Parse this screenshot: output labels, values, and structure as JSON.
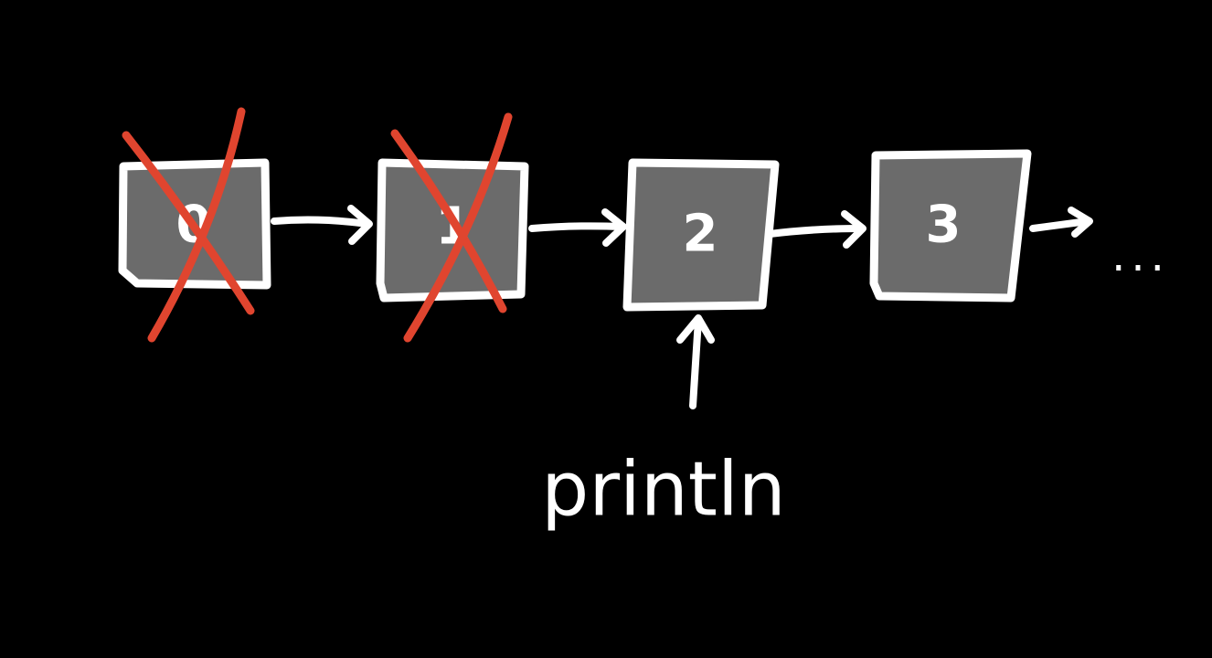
{
  "diagram": {
    "nodes": [
      {
        "label": "0",
        "crossed_out": true
      },
      {
        "label": "1",
        "crossed_out": true
      },
      {
        "label": "2",
        "crossed_out": false
      },
      {
        "label": "3",
        "crossed_out": false
      }
    ],
    "continuation": "...",
    "pointer": {
      "label": "println",
      "target_node": "2"
    },
    "colors": {
      "background": "#000000",
      "node_fill": "#6b6b6b",
      "outline": "#ffffff",
      "strike": "#e0452f"
    }
  }
}
